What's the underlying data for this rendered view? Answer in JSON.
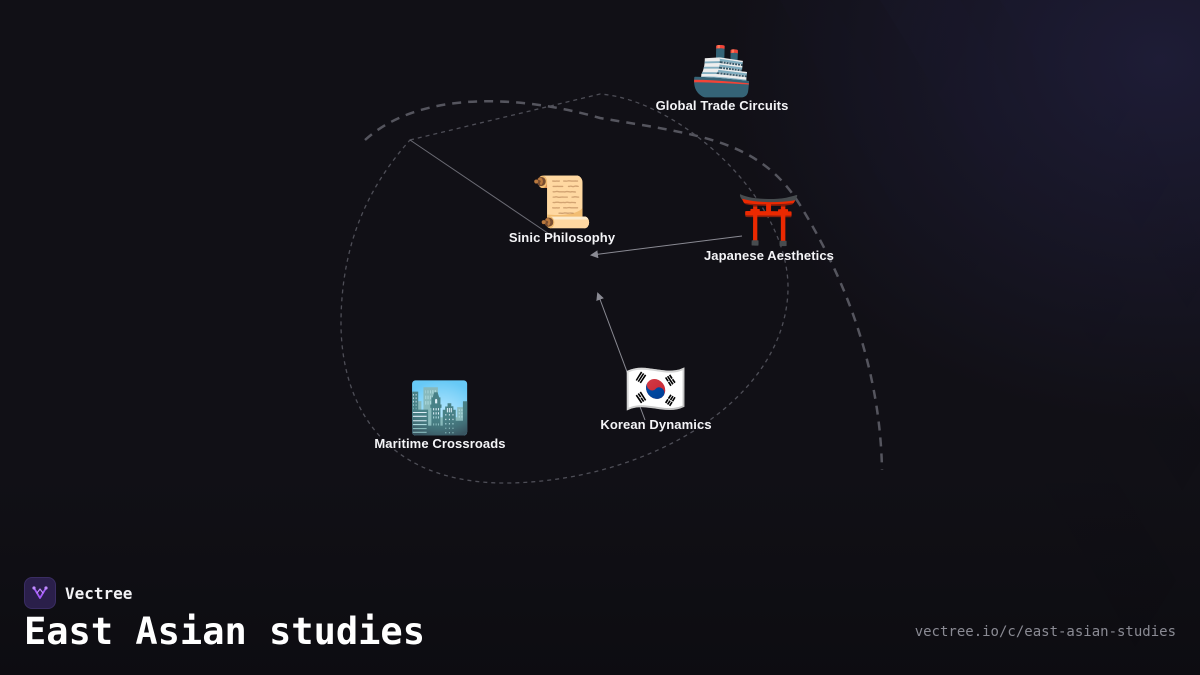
{
  "brand": {
    "name": "Vectree",
    "logo_icon": "vectree-tree-icon",
    "accent": "#a259f7"
  },
  "page": {
    "title": "East Asian studies",
    "url": "vectree.io/c/east-asian-studies"
  },
  "nodes": [
    {
      "id": "global-trade",
      "label": "Global Trade Circuits",
      "icon": "ship-icon",
      "glyph": "🚢"
    },
    {
      "id": "sinic-philosophy",
      "label": "Sinic Philosophy",
      "icon": "scroll-icon",
      "glyph": "📜"
    },
    {
      "id": "japanese-aesthetics",
      "label": "Japanese Aesthetics",
      "icon": "torii-gate-icon",
      "glyph": "⛩️"
    },
    {
      "id": "maritime-crossroads",
      "label": "Maritime Crossroads",
      "icon": "city-skyline-icon",
      "glyph": "🏙️"
    },
    {
      "id": "korean-dynamics",
      "label": "Korean Dynamics",
      "icon": "south-korea-flag-icon",
      "glyph": "🇰🇷"
    }
  ],
  "edges": [
    {
      "from": "japanese-aesthetics",
      "to": "sinic-philosophy"
    },
    {
      "from": "korean-dynamics",
      "to": "sinic-philosophy"
    }
  ],
  "colors": {
    "background": "#111016",
    "edge": "#8a8a93",
    "text": "#f4f4f7",
    "muted": "#8a8a93"
  }
}
